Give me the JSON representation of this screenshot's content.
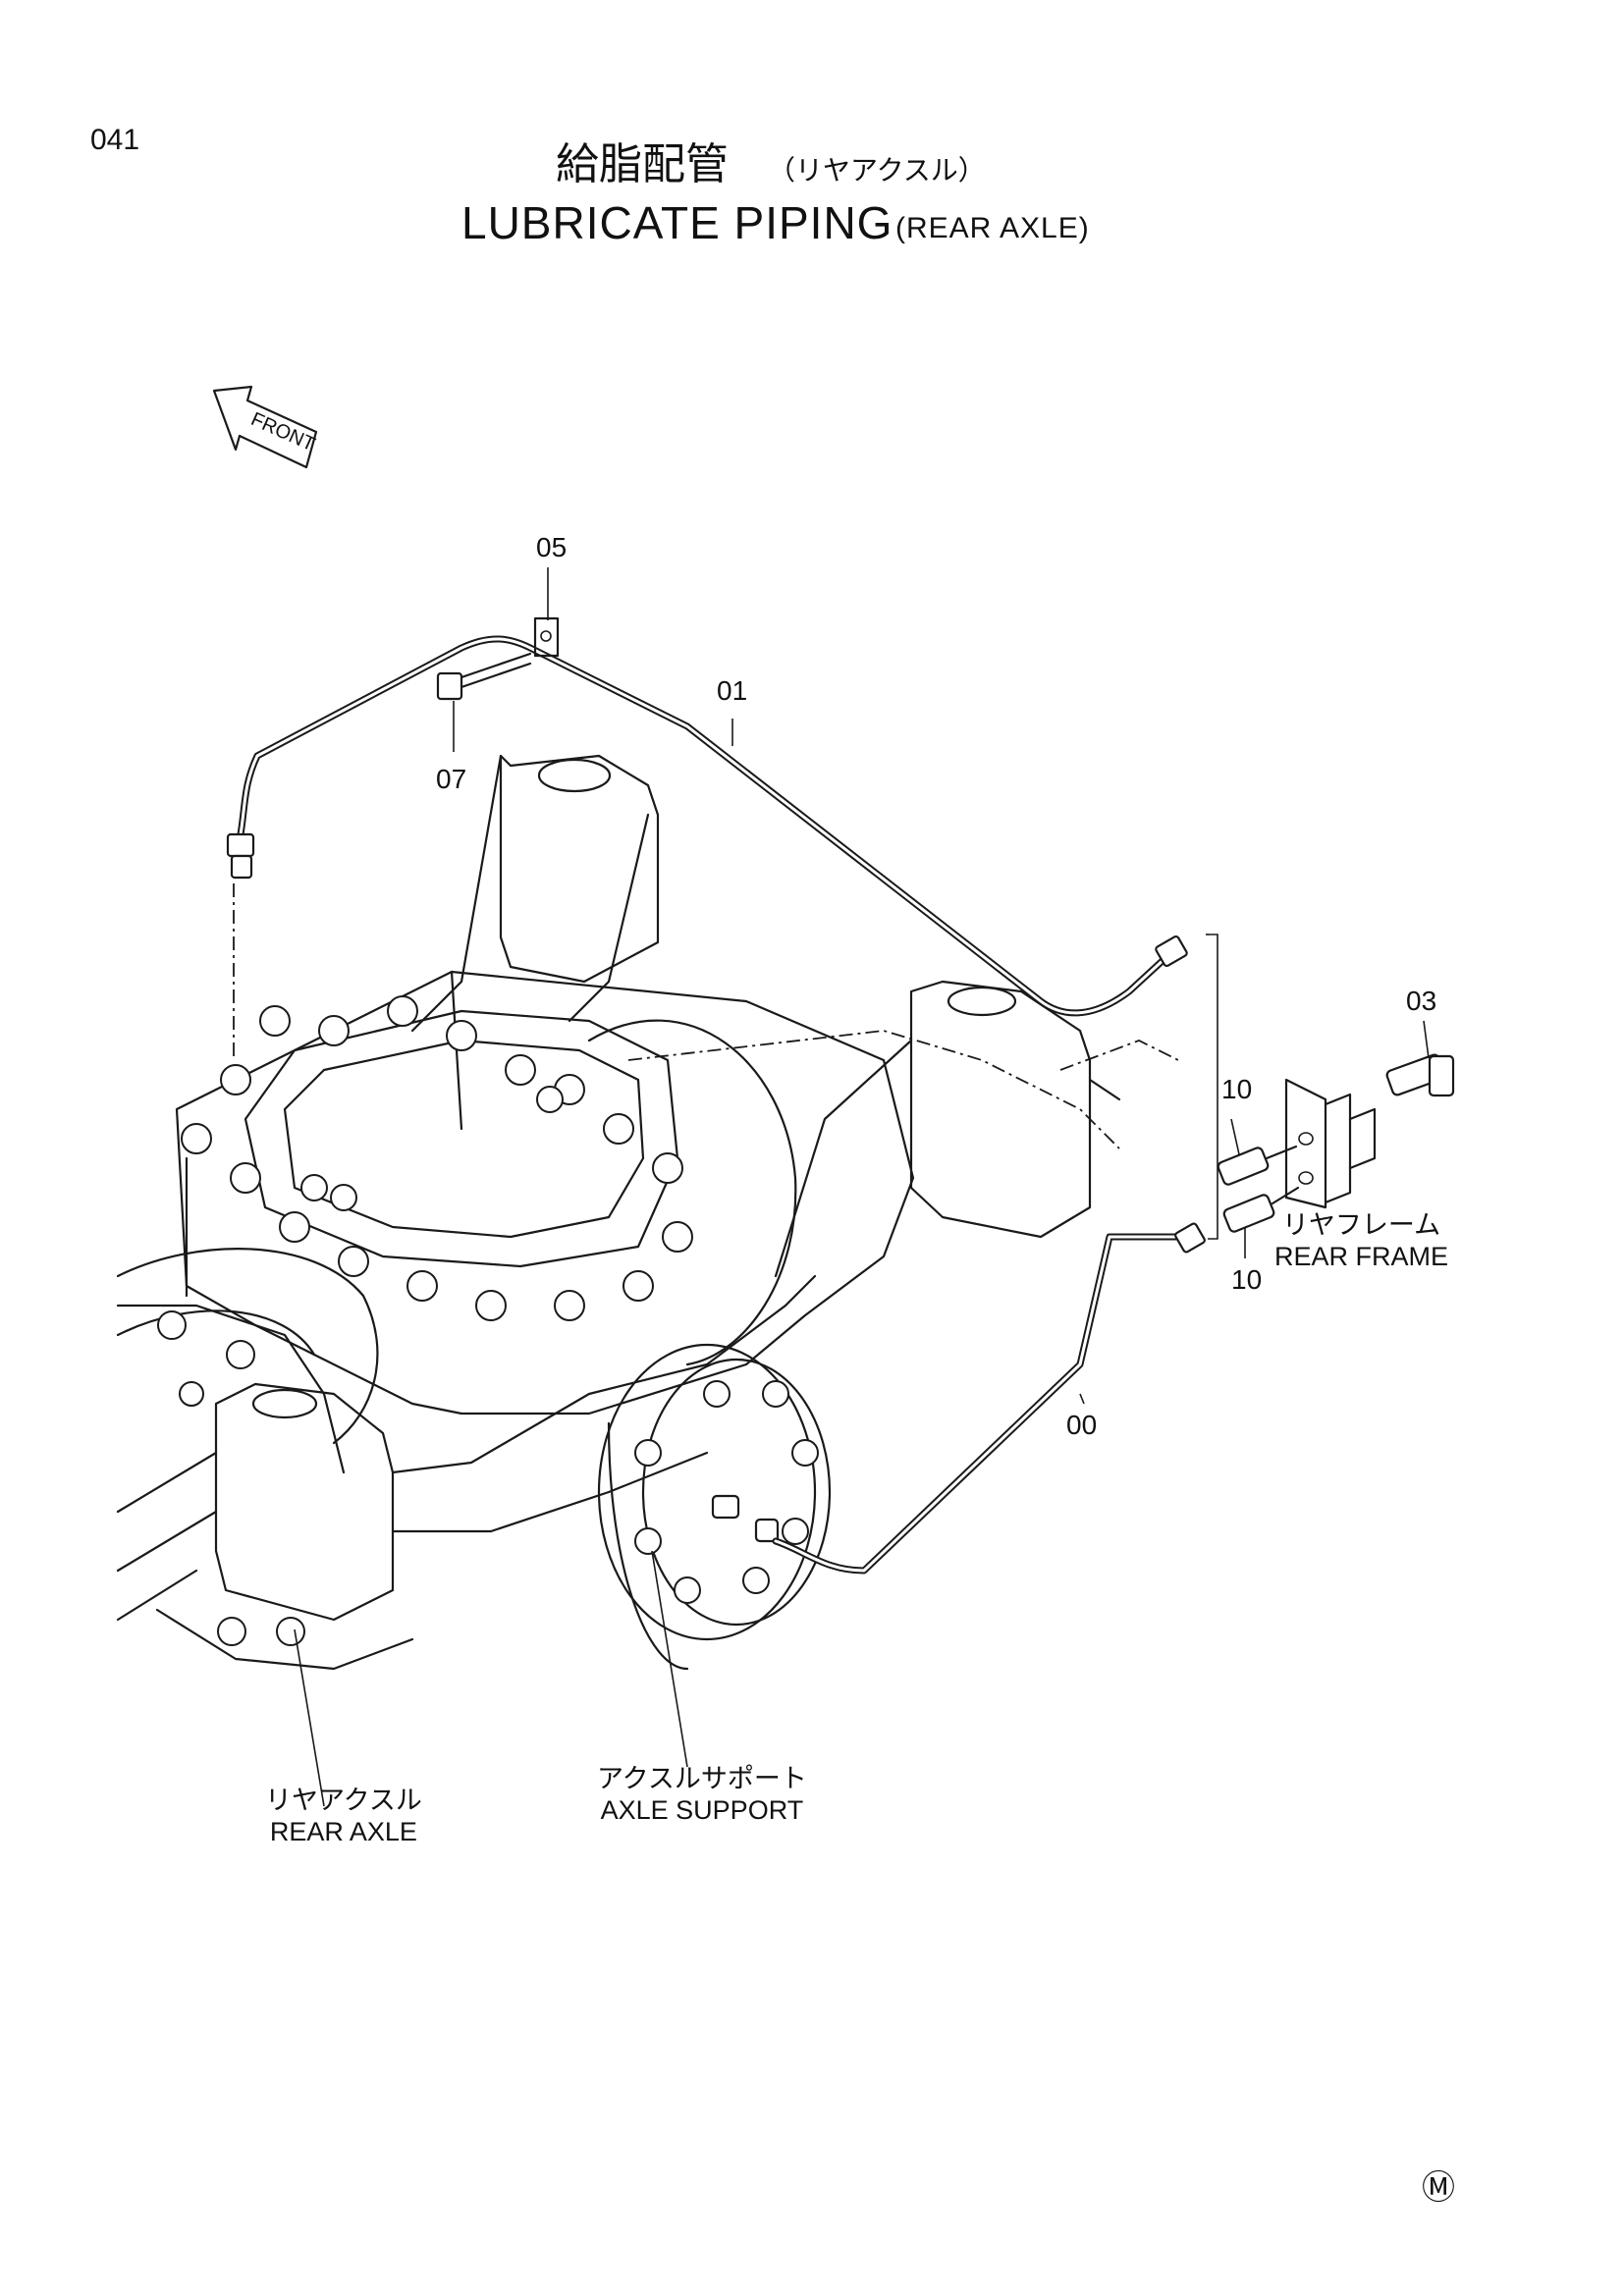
{
  "page_number": "041",
  "title": {
    "jp": "給脂配管",
    "jp_sub": "（リヤアクスル）",
    "en": "LUBRICATE PIPING",
    "en_sub": "(REAR AXLE)"
  },
  "direction_arrow": {
    "label": "FRONT",
    "icon": "front-arrow-icon"
  },
  "callouts": [
    "05",
    "01",
    "07",
    "03",
    "10",
    "10",
    "00"
  ],
  "part_labels": {
    "rear_frame": {
      "jp": "リヤフレーム",
      "en": "REAR FRAME"
    },
    "rear_axle": {
      "jp": "リヤアクスル",
      "en": "REAR AXLE"
    },
    "axle_support": {
      "jp": "アクスルサポート",
      "en": "AXLE SUPPORT"
    }
  },
  "footer_mark": "Ⓜ"
}
